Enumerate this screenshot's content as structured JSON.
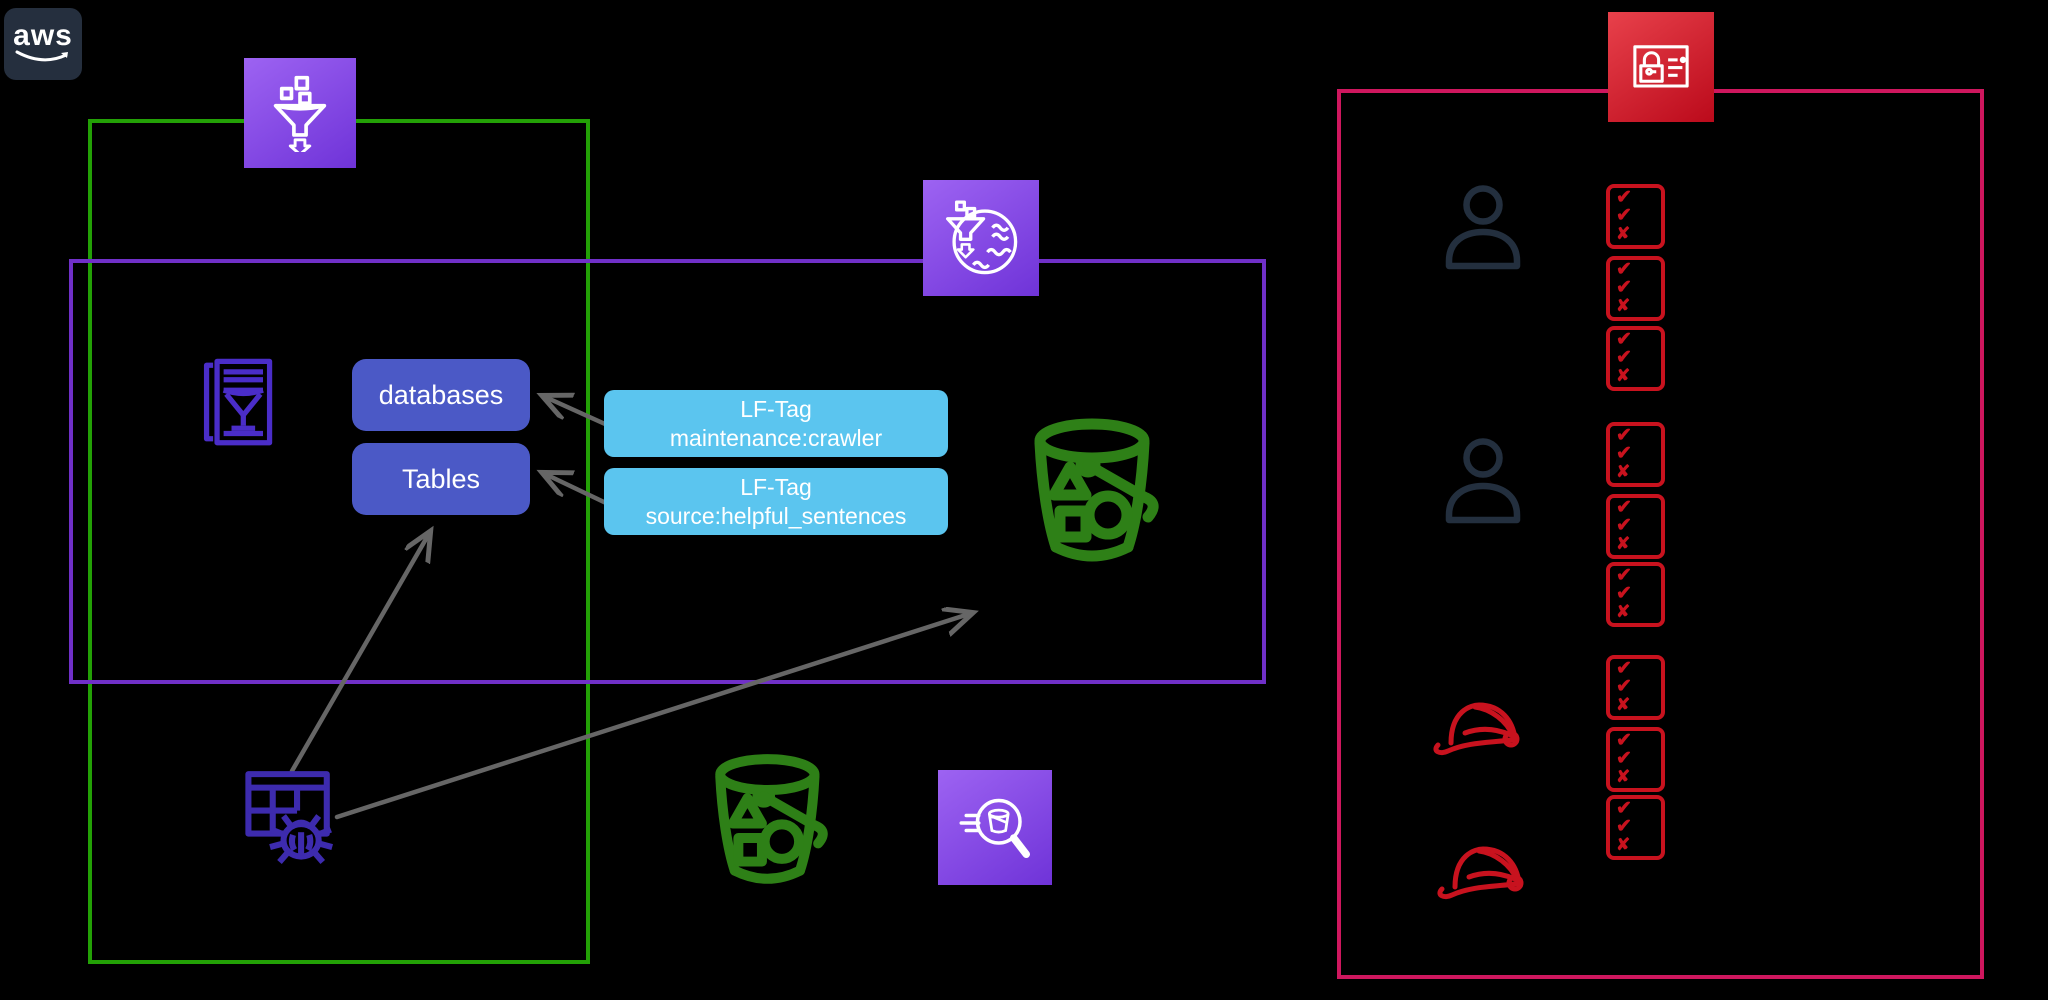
{
  "brand": {
    "logo_text": "aws"
  },
  "labels": {
    "databases": "databases",
    "tables": "Tables"
  },
  "lf_tags": [
    {
      "title": "LF-Tag",
      "value": "maintenance:crawler"
    },
    {
      "title": "LF-Tag",
      "value": "source:helpful_sentences"
    }
  ],
  "marks": {
    "check": "✔",
    "cross": "✘"
  },
  "icons": {
    "logo": "aws-logo",
    "glue": "aws-glue-icon",
    "lake_formation": "aws-lake-formation-icon",
    "data_catalog": "glue-data-catalog-icon",
    "crawler": "glue-crawler-icon",
    "s3_bucket_in_lake": "s3-bucket-icon",
    "s3_bucket_source": "s3-bucket-icon",
    "athena": "amazon-athena-icon",
    "iam": "aws-iam-icon",
    "users": [
      "user-icon",
      "user-icon"
    ],
    "workers": [
      "hard-hat-icon",
      "hard-hat-icon"
    ]
  },
  "permission_cards": {
    "count": 9,
    "marks_per_card": [
      "check",
      "check",
      "cross"
    ]
  },
  "colors": {
    "background": "#000000",
    "green_border": "#23A006",
    "purple_border": "#7030C8",
    "pink_border": "#CE175E",
    "blue_fill": "#4B59C6",
    "cyan_fill": "#5BC5EF",
    "icon_purple_light": "#9D63F2",
    "icon_purple_dark": "#6F33D8",
    "iam_red_light": "#E8414B",
    "iam_red_dark": "#BB0A1B",
    "indigo_icon": "#4A2DC8",
    "bucket_green": "#2E8017",
    "navy": "#232F3E",
    "red_mark": "#C8121E",
    "arrow_gray": "#666666",
    "logo_bg": "#252F3E"
  }
}
